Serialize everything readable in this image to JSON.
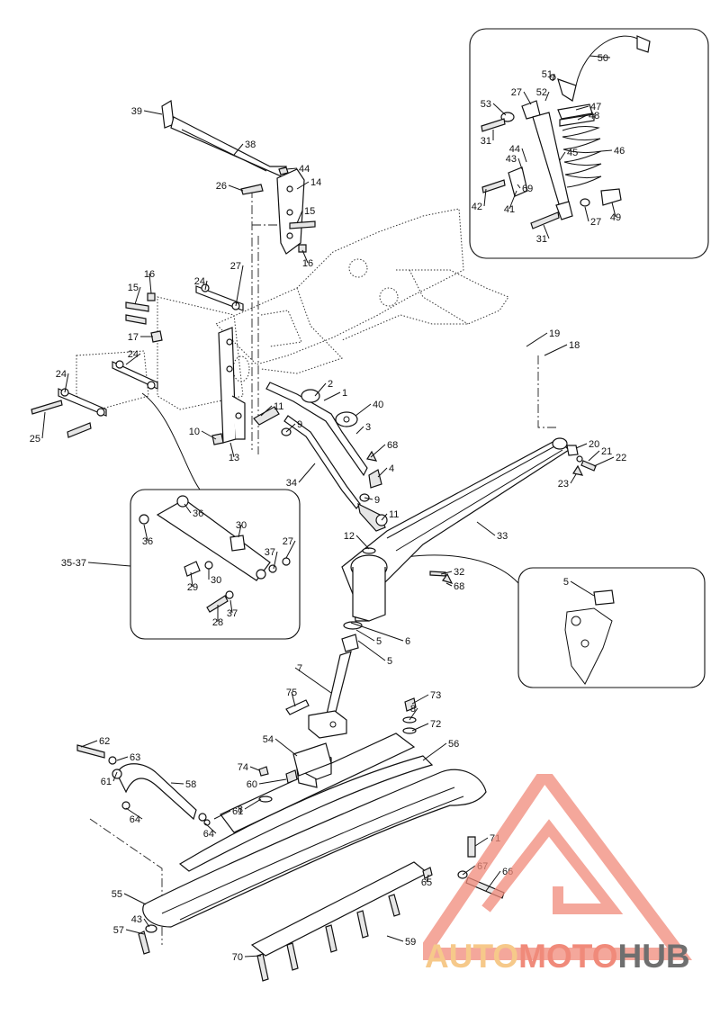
{
  "diagram": {
    "callouts": [
      "1",
      "2",
      "3",
      "4",
      "5",
      "5",
      "5",
      "6",
      "7",
      "8",
      "8",
      "9",
      "9",
      "10",
      "11",
      "11",
      "12",
      "13",
      "14",
      "15",
      "15",
      "16",
      "16",
      "17",
      "18",
      "19",
      "20",
      "21",
      "22",
      "23",
      "24",
      "24",
      "24",
      "25",
      "26",
      "27",
      "27",
      "27",
      "27",
      "28",
      "29",
      "30",
      "30",
      "31",
      "31",
      "32",
      "33",
      "34",
      "35-37",
      "36",
      "36",
      "37",
      "37",
      "38",
      "39",
      "40",
      "41",
      "42",
      "43",
      "43",
      "44",
      "44",
      "45",
      "46",
      "47",
      "48",
      "49",
      "50",
      "51",
      "52",
      "53",
      "54",
      "55",
      "56",
      "57",
      "58",
      "59",
      "60",
      "61",
      "61",
      "62",
      "63",
      "64",
      "64",
      "65",
      "66",
      "67",
      "68",
      "68",
      "69",
      "70",
      "71",
      "72",
      "73",
      "74",
      "75"
    ]
  },
  "watermark": {
    "part1": "AUTO",
    "part2": "MOTO",
    "part3": "HUB",
    "color_primary": "#f08a7a",
    "color_secondary": "#f6c98a",
    "color_dark": "#6f6f6f"
  }
}
